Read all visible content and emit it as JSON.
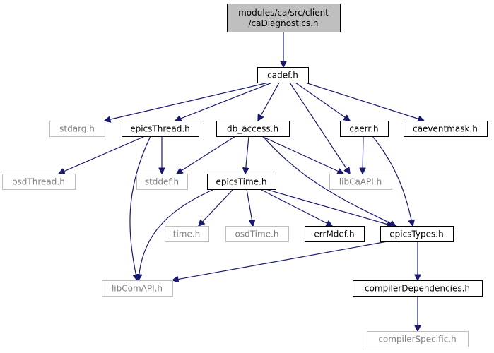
{
  "diagram": {
    "colors": {
      "edge": "#191970",
      "root_fill": "#bfbfbf",
      "normal_stroke": "#000000",
      "external_stroke": "#bfbfbf",
      "external_text": "#7f7f7f",
      "normal_text": "#000000"
    },
    "nodes": [
      {
        "id": "root",
        "lines": [
          "modules/ca/src/client",
          "/caDiagnostics.h"
        ],
        "style": "root"
      },
      {
        "id": "cadef",
        "lines": [
          "cadef.h"
        ],
        "style": "normal"
      },
      {
        "id": "stdarg",
        "lines": [
          "stdarg.h"
        ],
        "style": "external"
      },
      {
        "id": "epicsThread",
        "lines": [
          "epicsThread.h"
        ],
        "style": "normal"
      },
      {
        "id": "db_access",
        "lines": [
          "db_access.h"
        ],
        "style": "normal"
      },
      {
        "id": "caerr",
        "lines": [
          "caerr.h"
        ],
        "style": "normal"
      },
      {
        "id": "caeventmask",
        "lines": [
          "caeventmask.h"
        ],
        "style": "normal"
      },
      {
        "id": "osdThread",
        "lines": [
          "osdThread.h"
        ],
        "style": "external"
      },
      {
        "id": "stddef",
        "lines": [
          "stddef.h"
        ],
        "style": "external"
      },
      {
        "id": "libCaAPI",
        "lines": [
          "libCaAPI.h"
        ],
        "style": "external"
      },
      {
        "id": "epicsTime",
        "lines": [
          "epicsTime.h"
        ],
        "style": "normal"
      },
      {
        "id": "time",
        "lines": [
          "time.h"
        ],
        "style": "external"
      },
      {
        "id": "osdTime",
        "lines": [
          "osdTime.h"
        ],
        "style": "external"
      },
      {
        "id": "errMdef",
        "lines": [
          "errMdef.h"
        ],
        "style": "normal"
      },
      {
        "id": "epicsTypes",
        "lines": [
          "epicsTypes.h"
        ],
        "style": "normal"
      },
      {
        "id": "libComAPI",
        "lines": [
          "libComAPI.h"
        ],
        "style": "external"
      },
      {
        "id": "compilerDependencies",
        "lines": [
          "compilerDependencies.h"
        ],
        "style": "normal"
      },
      {
        "id": "compilerSpecific",
        "lines": [
          "compilerSpecific.h"
        ],
        "style": "external"
      }
    ],
    "edges": [
      {
        "from": "root",
        "to": "cadef"
      },
      {
        "from": "cadef",
        "to": "stdarg"
      },
      {
        "from": "cadef",
        "to": "epicsThread"
      },
      {
        "from": "cadef",
        "to": "db_access"
      },
      {
        "from": "cadef",
        "to": "libCaAPI"
      },
      {
        "from": "cadef",
        "to": "caerr"
      },
      {
        "from": "cadef",
        "to": "caeventmask"
      },
      {
        "from": "epicsThread",
        "to": "osdThread"
      },
      {
        "from": "epicsThread",
        "to": "stddef"
      },
      {
        "from": "epicsThread",
        "to": "libComAPI"
      },
      {
        "from": "db_access",
        "to": "stddef"
      },
      {
        "from": "db_access",
        "to": "epicsTime"
      },
      {
        "from": "db_access",
        "to": "libCaAPI"
      },
      {
        "from": "db_access",
        "to": "epicsTypes"
      },
      {
        "from": "caerr",
        "to": "libCaAPI"
      },
      {
        "from": "caerr",
        "to": "epicsTypes"
      },
      {
        "from": "epicsTime",
        "to": "time"
      },
      {
        "from": "epicsTime",
        "to": "osdTime"
      },
      {
        "from": "epicsTime",
        "to": "errMdef"
      },
      {
        "from": "epicsTime",
        "to": "epicsTypes"
      },
      {
        "from": "epicsTime",
        "to": "libComAPI"
      },
      {
        "from": "epicsTypes",
        "to": "libComAPI"
      },
      {
        "from": "epicsTypes",
        "to": "compilerDependencies"
      },
      {
        "from": "compilerDependencies",
        "to": "compilerSpecific"
      }
    ]
  }
}
